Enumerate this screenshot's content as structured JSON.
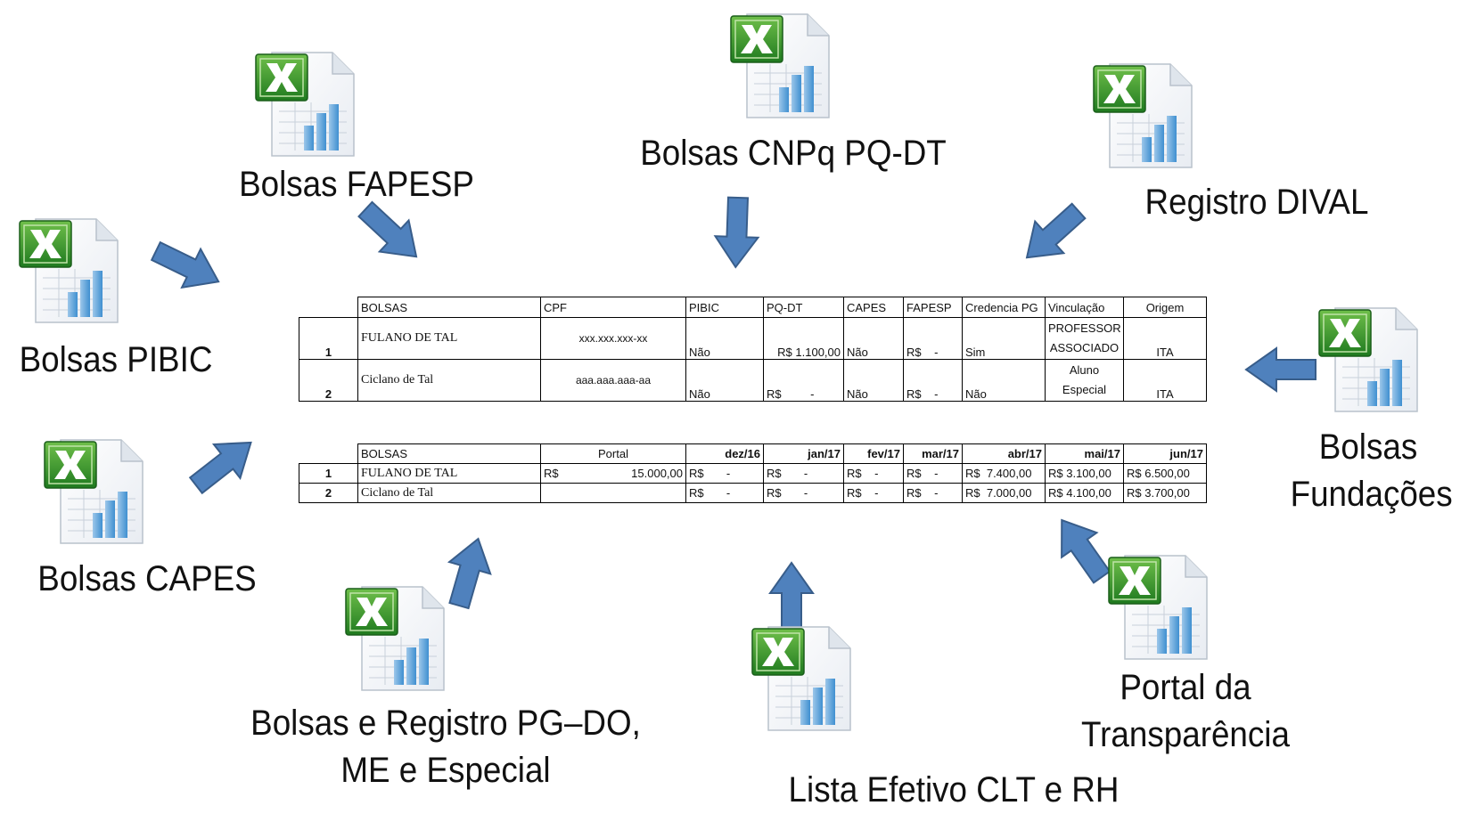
{
  "sources": [
    {
      "id": "fapesp",
      "label": "Bolsas FAPESP"
    },
    {
      "id": "cnpq",
      "label": "Bolsas CNPq PQ-DT"
    },
    {
      "id": "dival",
      "label": "Registro DIVAL"
    },
    {
      "id": "pibic",
      "label": "Bolsas PIBIC"
    },
    {
      "id": "fundacoes",
      "label_lines": [
        "Bolsas",
        "Fundações"
      ]
    },
    {
      "id": "capes",
      "label": "Bolsas CAPES"
    },
    {
      "id": "pgdo",
      "label_lines": [
        "Bolsas e Registro PG–DO,",
        "ME e Especial"
      ]
    },
    {
      "id": "clt",
      "label": "Lista Efetivo CLT e RH"
    },
    {
      "id": "transparencia",
      "label_lines": [
        "Portal da",
        "Transparência"
      ]
    }
  ],
  "table1": {
    "headers": [
      "BOLSAS",
      "CPF",
      "PIBIC",
      "PQ-DT",
      "CAPES",
      "FAPESP",
      "Credencia PG",
      "Vinculação",
      "Origem"
    ],
    "rows": [
      {
        "n": "1",
        "name": "FULANO DE TAL",
        "cpf": "xxx.xxx.xxx-xx",
        "pibic": "Não",
        "pqdt": "R$ 1.100,00",
        "capes": "Não",
        "fapesp": "R$    -",
        "cred": "Sim",
        "vinc1": "PROFESSOR",
        "vinc2": "ASSOCIADO",
        "origem": "ITA"
      },
      {
        "n": "2",
        "name": "Ciclano de  Tal",
        "cpf": "aaa.aaa.aaa-aa",
        "pibic": "Não",
        "pqdt": "R$         -",
        "capes": "Não",
        "fapesp": "R$    -",
        "cred": "Não",
        "vinc1": "Aluno",
        "vinc2": "Especial",
        "origem": "ITA"
      }
    ]
  },
  "table2": {
    "headers": [
      "BOLSAS",
      "Portal",
      "dez/16",
      "jan/17",
      "fev/17",
      "mar/17",
      "abr/17",
      "mai/17",
      "jun/17"
    ],
    "rows": [
      {
        "n": "1",
        "name": "FULANO DE TAL",
        "portal_cur": "R$",
        "portal_val": "15.000,00",
        "vals": [
          "R$       -",
          "R$       -",
          "R$    -",
          "R$    -",
          "R$  7.400,00",
          "R$ 3.100,00",
          "R$ 6.500,00"
        ]
      },
      {
        "n": "2",
        "name": "Ciclano de  Tal",
        "portal_cur": "",
        "portal_val": "",
        "vals": [
          "R$       -",
          "R$       -",
          "R$    -",
          "R$    -",
          "R$  7.000,00",
          "R$ 4.100,00",
          "R$ 3.700,00"
        ]
      }
    ]
  }
}
